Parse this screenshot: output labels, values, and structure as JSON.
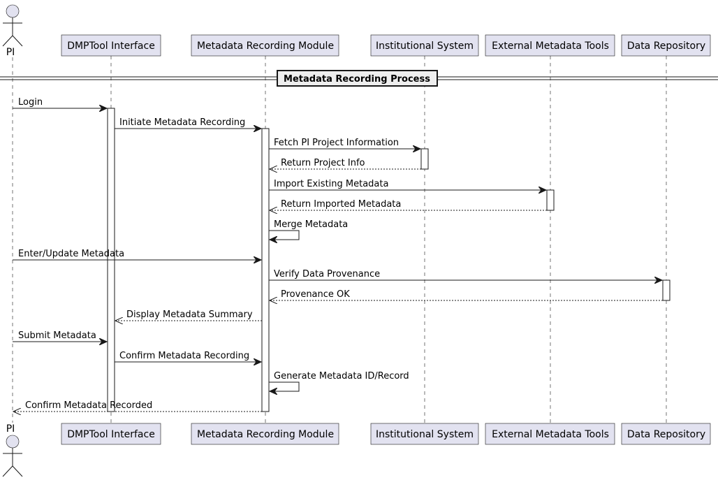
{
  "diagram": {
    "actor": {
      "label": "PI"
    },
    "participants": [
      {
        "id": "dmp",
        "label": "DMPTool Interface"
      },
      {
        "id": "mrm",
        "label": "Metadata Recording Module"
      },
      {
        "id": "inst",
        "label": "Institutional System"
      },
      {
        "id": "ext",
        "label": "External Metadata Tools"
      },
      {
        "id": "repo",
        "label": "Data Repository"
      }
    ],
    "group": {
      "label": "Metadata Recording Process"
    },
    "messages": [
      {
        "from": "pi",
        "to": "dmp",
        "label": "Login",
        "kind": "sync"
      },
      {
        "from": "dmp",
        "to": "mrm",
        "label": "Initiate Metadata Recording",
        "kind": "sync"
      },
      {
        "from": "mrm",
        "to": "inst",
        "label": "Fetch PI Project Information",
        "kind": "sync"
      },
      {
        "from": "inst",
        "to": "mrm",
        "label": "Return Project Info",
        "kind": "return"
      },
      {
        "from": "mrm",
        "to": "ext",
        "label": "Import Existing Metadata",
        "kind": "sync"
      },
      {
        "from": "ext",
        "to": "mrm",
        "label": "Return Imported Metadata",
        "kind": "return"
      },
      {
        "from": "mrm",
        "to": "mrm",
        "label": "Merge Metadata",
        "kind": "self"
      },
      {
        "from": "pi",
        "to": "mrm",
        "label": "Enter/Update Metadata",
        "kind": "sync"
      },
      {
        "from": "mrm",
        "to": "repo",
        "label": "Verify Data Provenance",
        "kind": "sync"
      },
      {
        "from": "repo",
        "to": "mrm",
        "label": "Provenance OK",
        "kind": "return"
      },
      {
        "from": "mrm",
        "to": "dmp",
        "label": "Display Metadata Summary",
        "kind": "return"
      },
      {
        "from": "pi",
        "to": "dmp",
        "label": "Submit Metadata",
        "kind": "sync"
      },
      {
        "from": "dmp",
        "to": "mrm",
        "label": "Confirm Metadata Recording",
        "kind": "sync"
      },
      {
        "from": "mrm",
        "to": "mrm",
        "label": "Generate Metadata ID/Record",
        "kind": "self"
      },
      {
        "from": "mrm",
        "to": "pi",
        "label": "Confirm Metadata Recorded",
        "kind": "return"
      }
    ]
  }
}
